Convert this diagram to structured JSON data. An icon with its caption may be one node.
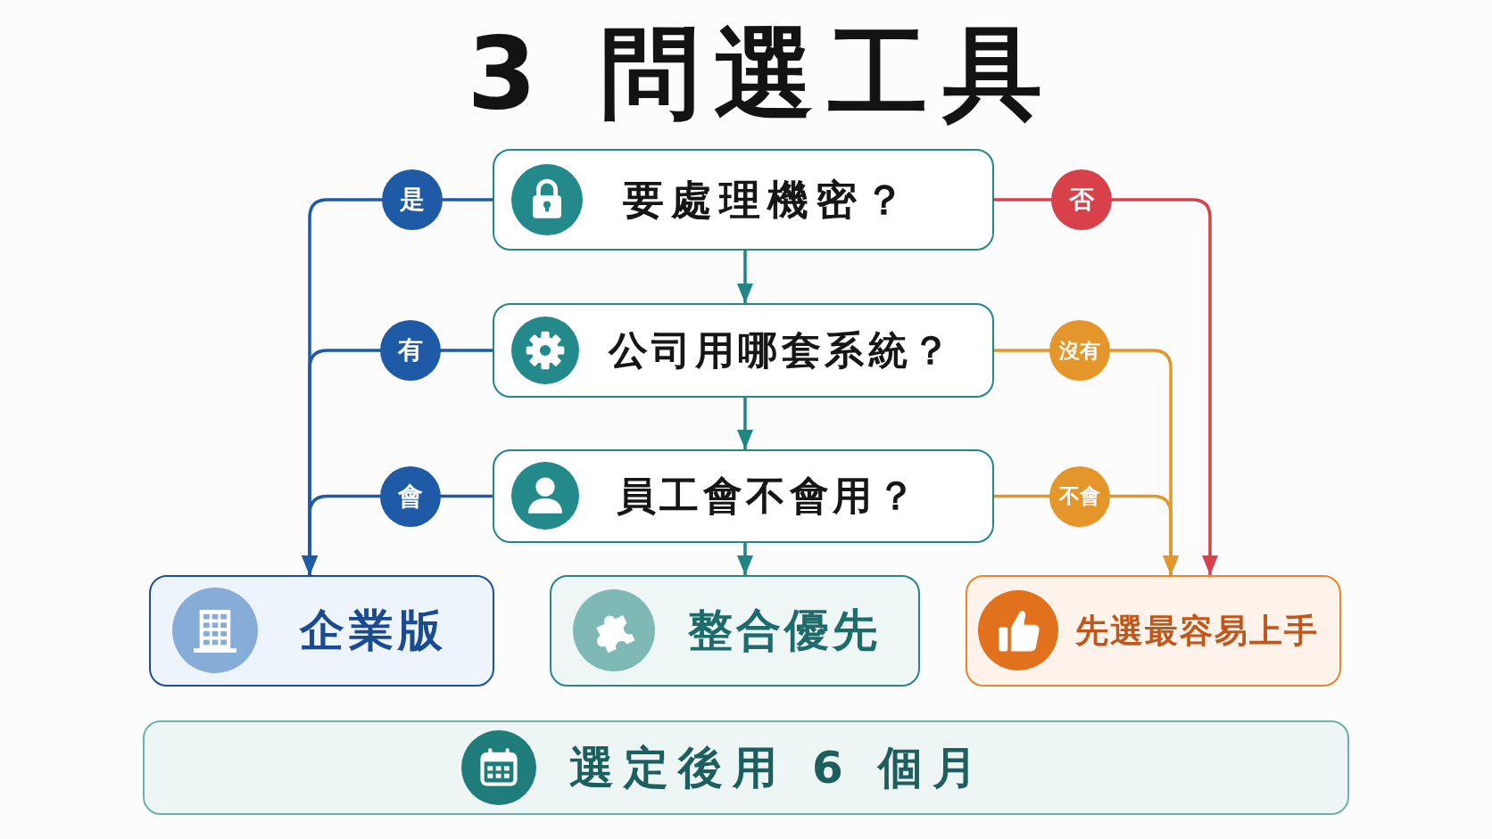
{
  "diagram": {
    "title": "3 問選工具",
    "nodes": [
      {
        "text": [
          "要處理機密？"
        ]
      },
      {
        "text": [
          "公司用哪套系統？"
        ]
      },
      {
        "text": [
          "員工會不會用？"
        ]
      },
      {
        "text": [
          "企業版"
        ]
      },
      {
        "text": [
          "整合優先"
        ]
      },
      {
        "text": [
          "先選最容易上手"
        ]
      },
      {
        "text": [
          "選定後用 6 個月"
        ]
      }
    ],
    "edges": [
      {
        "from": 0,
        "to": 1,
        "arrow": "to"
      },
      {
        "from": 0,
        "to": 3,
        "arrow": "to",
        "label": "是",
        "color": "#1f5aa6"
      },
      {
        "from": 0,
        "to": 5,
        "arrow": "to",
        "label": "否",
        "color": "#d8404a"
      },
      {
        "from": 1,
        "to": 2,
        "arrow": "to"
      },
      {
        "from": 1,
        "to": 3,
        "arrow": "to",
        "label": "有",
        "color": "#1f5aa6"
      },
      {
        "from": 1,
        "to": 5,
        "arrow": "to",
        "label": "沒有",
        "color": "#e5962a"
      },
      {
        "from": 2,
        "to": 4,
        "arrow": "to"
      },
      {
        "from": 2,
        "to": 3,
        "arrow": "to",
        "label": "會",
        "color": "#1f5aa6"
      },
      {
        "from": 2,
        "to": 5,
        "arrow": "to",
        "label": "不會",
        "color": "#e5962a"
      }
    ]
  }
}
